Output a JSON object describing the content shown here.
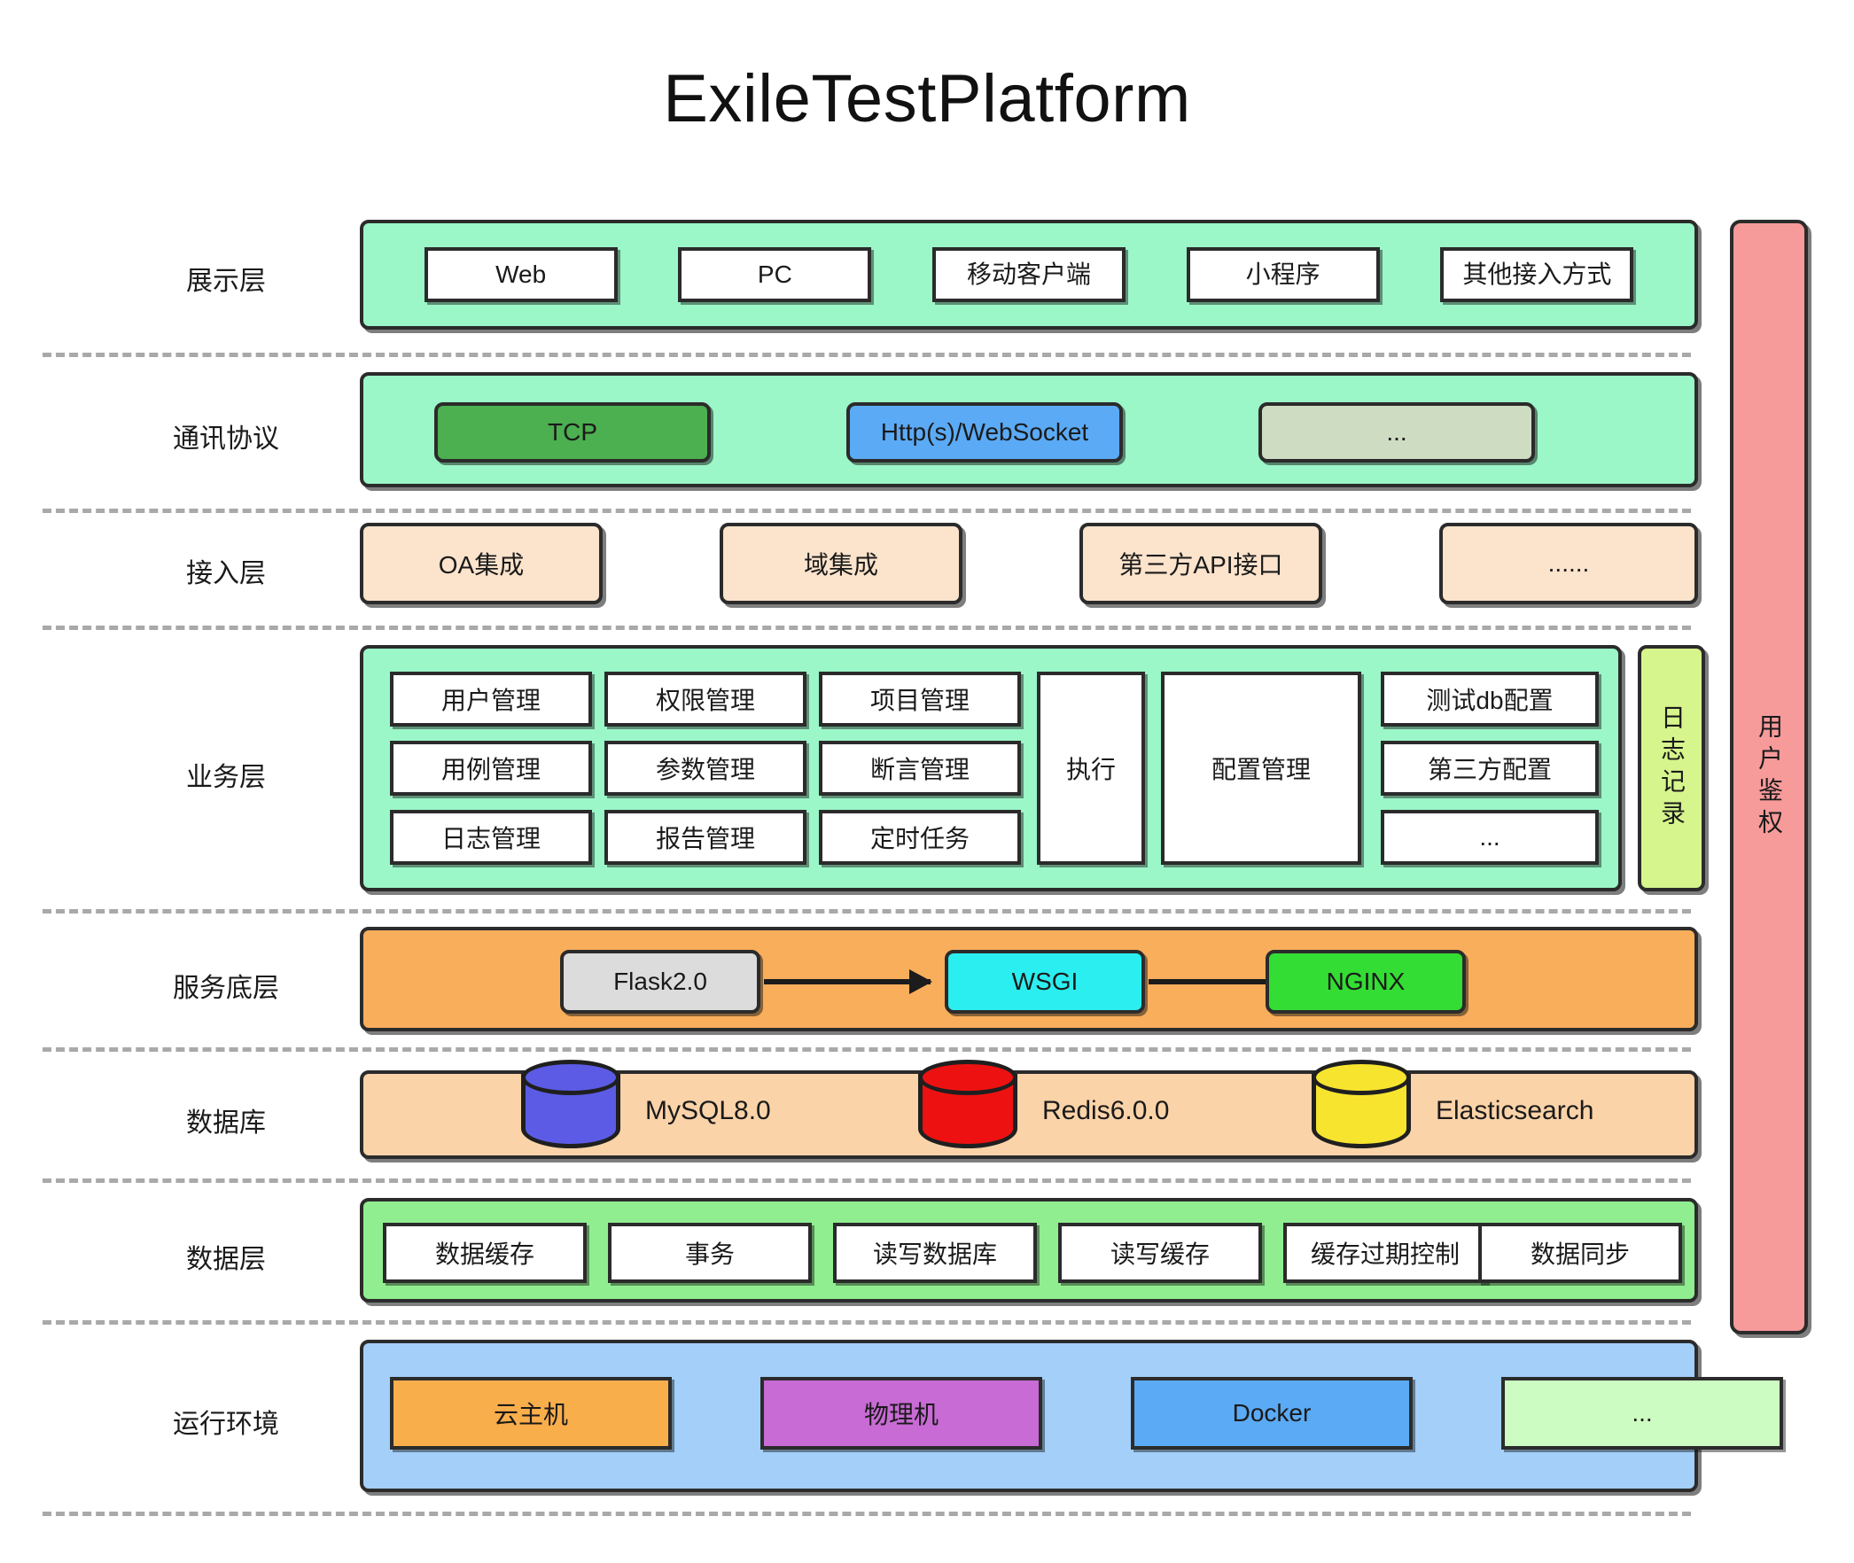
{
  "title": "ExileTestPlatform",
  "layers": [
    {
      "id": "presentation",
      "label": "展示层",
      "band_color": "#9BF6C8",
      "items": [
        "Web",
        "PC",
        "移动客户端",
        "小程序",
        "其他接入方式"
      ]
    },
    {
      "id": "protocol",
      "label": "通讯协议",
      "band_color": "#9BF6C8",
      "items": [
        {
          "text": "TCP",
          "color": "#4CAF50"
        },
        {
          "text": "Http(s)/WebSocket",
          "color": "#5BAAF5"
        },
        {
          "text": "...",
          "color": "#CEDCC2"
        }
      ]
    },
    {
      "id": "access",
      "label": "接入层",
      "box_color": "#FCE3CC",
      "items": [
        "OA集成",
        "域集成",
        "第三方API接口",
        "......"
      ]
    },
    {
      "id": "business",
      "label": "业务层",
      "band_color": "#9BF6C8",
      "grid": [
        [
          "用户管理",
          "权限管理",
          "项目管理"
        ],
        [
          "用例管理",
          "参数管理",
          "断言管理"
        ],
        [
          "日志管理",
          "报告管理",
          "定时任务"
        ]
      ],
      "tall_boxes": [
        "执行",
        "配置管理"
      ],
      "config_column": [
        "测试db配置",
        "第三方配置",
        "..."
      ],
      "log_column": {
        "label": "日志记录",
        "color": "#D6F58C"
      }
    },
    {
      "id": "service",
      "label": "服务底层",
      "band_color": "#F9AE5C",
      "items": [
        {
          "text": "Flask2.0",
          "color": "#DCDCDC"
        },
        {
          "text": "WSGI",
          "color": "#2BEEF0"
        },
        {
          "text": "NGINX",
          "color": "#33DD33"
        }
      ]
    },
    {
      "id": "database",
      "label": "数据库",
      "band_color": "#FBD3A8",
      "items": [
        {
          "text": "MySQL8.0",
          "color": "#5B5BE5"
        },
        {
          "text": "Redis6.0.0",
          "color": "#EE1111"
        },
        {
          "text": "Elasticsearch",
          "color": "#F7E42E"
        }
      ]
    },
    {
      "id": "datalayer",
      "label": "数据层",
      "band_color": "#90EE90",
      "items": [
        "数据缓存",
        "事务",
        "读写数据库",
        "读写缓存",
        "缓存过期控制",
        "数据同步"
      ]
    },
    {
      "id": "runtime",
      "label": "运行环境",
      "band_color": "#A3CFF9",
      "items": [
        {
          "text": "云主机",
          "color": "#F9AE4C"
        },
        {
          "text": "物理机",
          "color": "#C86BD4"
        },
        {
          "text": "Docker",
          "color": "#5BAAF5"
        },
        {
          "text": "...",
          "color": "#CCFCC1"
        }
      ]
    }
  ],
  "auth_column": {
    "label": "用户鉴权",
    "color": "#F79A9A"
  }
}
